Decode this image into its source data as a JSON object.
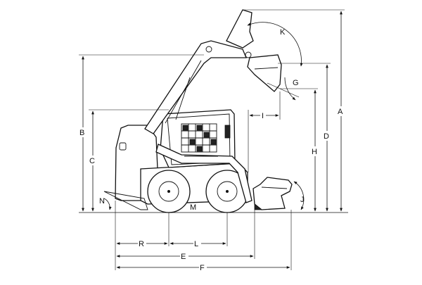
{
  "diagram": {
    "labels": {
      "A": "A",
      "B": "B",
      "C": "C",
      "D": "D",
      "E": "E",
      "F": "F",
      "G": "G",
      "H": "H",
      "I": "I",
      "J": "J",
      "K": "K",
      "L": "L",
      "M": "M",
      "N": "N",
      "R": "R"
    },
    "colors": {
      "line": "#111111",
      "background": "#ffffff"
    }
  }
}
